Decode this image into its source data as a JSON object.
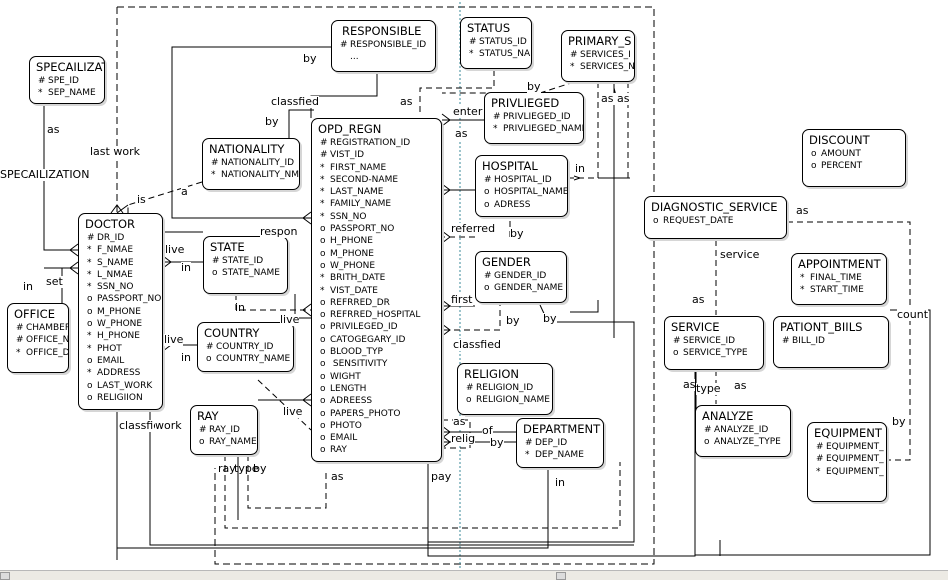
{
  "entities": {
    "specialization": {
      "title": "SPECAILIZAT",
      "attrs": [
        {
          "m": "#",
          "n": "SPE_ID"
        },
        {
          "m": "*",
          "n": "SEP_NAME"
        }
      ]
    },
    "responsible": {
      "title": "RESPONSIBLE",
      "attrs": [
        {
          "m": "#",
          "n": "RESPONSIBLE_ID"
        },
        {
          "m": "",
          "n": "..."
        }
      ]
    },
    "status": {
      "title": "STATUS",
      "attrs": [
        {
          "m": "#",
          "n": "STATUS_ID"
        },
        {
          "m": "*",
          "n": "STATUS_NA"
        }
      ]
    },
    "primary": {
      "title": "PRIMARY_S",
      "attrs": [
        {
          "m": "#",
          "n": "SERVICES_I"
        },
        {
          "m": "*",
          "n": "SERVICES_N"
        }
      ]
    },
    "nationality": {
      "title": "NATIONALITY",
      "attrs": [
        {
          "m": "#",
          "n": "NATIONALITY_ID"
        },
        {
          "m": "*",
          "n": "NATIONALITY_NM"
        }
      ]
    },
    "opd": {
      "title": "OPD_REGN",
      "attrs": [
        {
          "m": "#",
          "n": "REGISTRATION_ID"
        },
        {
          "m": "#",
          "n": "VIST_ID"
        },
        {
          "m": "*",
          "n": "FIRST_NAME"
        },
        {
          "m": "*",
          "n": "SECOND-NAME"
        },
        {
          "m": "*",
          "n": "LAST_NAME"
        },
        {
          "m": "*",
          "n": "FAMILY_NAME"
        },
        {
          "m": "*",
          "n": "SSN_NO"
        },
        {
          "m": "o",
          "n": "PASSPORT_NO"
        },
        {
          "m": "o",
          "n": "H_PHONE"
        },
        {
          "m": "o",
          "n": "M_PHONE"
        },
        {
          "m": "o",
          "n": "W_PHONE"
        },
        {
          "m": "*",
          "n": "BRITH_DATE"
        },
        {
          "m": "*",
          "n": "VIST_DATE"
        },
        {
          "m": "o",
          "n": "REFRRED_DR"
        },
        {
          "m": "o",
          "n": "REFRRED_HOSPITAL"
        },
        {
          "m": "o",
          "n": "PRIVILEGED_ID"
        },
        {
          "m": "o",
          "n": "CATOGEGARY_ID"
        },
        {
          "m": "o",
          "n": "BLOOD_TYP"
        },
        {
          "m": "o",
          "n": " SENSITIVITY"
        },
        {
          "m": "o",
          "n": "WIGHT"
        },
        {
          "m": "o",
          "n": "LENGTH"
        },
        {
          "m": "o",
          "n": "ADREESS"
        },
        {
          "m": "o",
          "n": "PAPERS_PHOTO"
        },
        {
          "m": "o",
          "n": "PHOTO"
        },
        {
          "m": "o",
          "n": "EMAIL"
        },
        {
          "m": "o",
          "n": "RAY"
        }
      ]
    },
    "privlieged": {
      "title": "PRIVLIEGED",
      "attrs": [
        {
          "m": "#",
          "n": "PRIVLIEGED_ID"
        },
        {
          "m": "*",
          "n": "PRIVLIEGED_NAME"
        }
      ]
    },
    "hospital": {
      "title": "HOSPITAL",
      "attrs": [
        {
          "m": "#",
          "n": "HOSPITAL_ID"
        },
        {
          "m": "o",
          "n": "HOSPITAL_NAME"
        },
        {
          "m": "o",
          "n": "ADRESS"
        }
      ]
    },
    "discount": {
      "title": "DISCOUNT",
      "attrs": [
        {
          "m": "o",
          "n": "AMOUNT"
        },
        {
          "m": "o",
          "n": "PERCENT"
        }
      ]
    },
    "diagnostic": {
      "title": "DIAGNOSTIC_SERVICE",
      "attrs": [
        {
          "m": "o",
          "n": "REQUEST_DATE"
        }
      ]
    },
    "doctor": {
      "title": "DOCTOR",
      "attrs": [
        {
          "m": "#",
          "n": "DR_ID"
        },
        {
          "m": "*",
          "n": "F_NMAE"
        },
        {
          "m": "*",
          "n": "S_NAME"
        },
        {
          "m": "*",
          "n": "L_NMAE"
        },
        {
          "m": "*",
          "n": "SSN_NO"
        },
        {
          "m": "o",
          "n": "PASSPORT_NO"
        },
        {
          "m": "o",
          "n": "M_PHONE"
        },
        {
          "m": "o",
          "n": "W_PHONE"
        },
        {
          "m": "*",
          "n": "H_PHONE"
        },
        {
          "m": "*",
          "n": "PHOT"
        },
        {
          "m": "o",
          "n": "EMAIL"
        },
        {
          "m": "*",
          "n": "ADDRESS"
        },
        {
          "m": "o",
          "n": "LAST_WORK"
        },
        {
          "m": "o",
          "n": "RELIGIION"
        }
      ]
    },
    "state": {
      "title": "STATE",
      "attrs": [
        {
          "m": "#",
          "n": "STATE_ID"
        },
        {
          "m": "o",
          "n": "STATE_NAME"
        }
      ]
    },
    "gender": {
      "title": "GENDER",
      "attrs": [
        {
          "m": "#",
          "n": "GENDER_ID"
        },
        {
          "m": "o",
          "n": "GENDER_NAME"
        }
      ]
    },
    "appointment": {
      "title": "APPOINTMENT",
      "attrs": [
        {
          "m": "*",
          "n": "FINAL_TIME"
        },
        {
          "m": "*",
          "n": "START_TIME"
        }
      ]
    },
    "office": {
      "title": "OFFICE",
      "attrs": [
        {
          "m": "#",
          "n": "CHAMBER"
        },
        {
          "m": "#",
          "n": "OFFICE_N"
        },
        {
          "m": "*",
          "n": "OFFICE_D"
        }
      ]
    },
    "country": {
      "title": "COUNTRY",
      "attrs": [
        {
          "m": "#",
          "n": "COUNTRY_ID"
        },
        {
          "m": "o",
          "n": "COUNTRY_NAME"
        }
      ]
    },
    "service": {
      "title": "SERVICE",
      "attrs": [
        {
          "m": "#",
          "n": "SERVICE_ID"
        },
        {
          "m": "o",
          "n": "SERVICE_TYPE"
        }
      ]
    },
    "patbills": {
      "title": "PATIONT_BIILS",
      "attrs": [
        {
          "m": "#",
          "n": "BILL_ID"
        }
      ]
    },
    "religion": {
      "title": "RELIGION",
      "attrs": [
        {
          "m": "#",
          "n": "RELIGION_ID"
        },
        {
          "m": "o",
          "n": "RELIGION_NAME"
        }
      ]
    },
    "ray": {
      "title": "RAY",
      "attrs": [
        {
          "m": "#",
          "n": "RAY_ID"
        },
        {
          "m": "o",
          "n": "RAY_NAME"
        }
      ]
    },
    "department": {
      "title": "DEPARTMENT",
      "attrs": [
        {
          "m": "#",
          "n": "DEP_ID"
        },
        {
          "m": "*",
          "n": "DEP_NAME"
        }
      ]
    },
    "analyze": {
      "title": "ANALYZE",
      "attrs": [
        {
          "m": "#",
          "n": "ANALYZE_ID"
        },
        {
          "m": "o",
          "n": "ANALYZE_TYPE"
        }
      ]
    },
    "equipment": {
      "title": "EQUIPMENT",
      "attrs": [
        {
          "m": "#",
          "n": "EQUIPMENT_"
        },
        {
          "m": "#",
          "n": "EQUIPMENT_"
        },
        {
          "m": "*",
          "n": "EQUIPMENT_"
        }
      ]
    }
  },
  "labels": [
    "by",
    "classfied",
    "as",
    "by",
    "enter",
    "as",
    "by",
    "as as",
    "as",
    "last work",
    "SPECAILIZATION",
    "is",
    "a",
    "in",
    "respon",
    "referred",
    "by",
    "live",
    "in",
    "in",
    "set",
    "first",
    "by",
    "by",
    "live",
    "classfied",
    "live",
    "in",
    "in",
    "live",
    "as",
    "of",
    "relig",
    "by",
    "classfied",
    "work",
    "ray",
    "type",
    "by",
    "as",
    "pay",
    "in",
    "as",
    "service",
    "as",
    "as",
    "type",
    "as",
    "count",
    "by"
  ]
}
